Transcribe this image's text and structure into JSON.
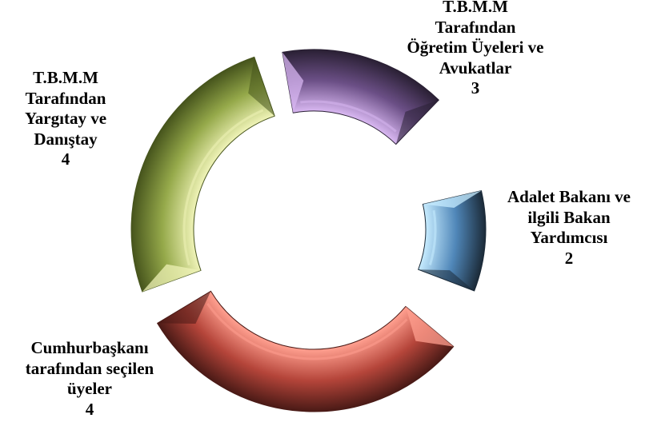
{
  "segments": [
    {
      "id": "purple",
      "lines": [
        "T.B.M.M",
        "Tarafından",
        "Öğretim Üyeleri ve",
        "Avukatlar"
      ],
      "count": "3",
      "colors": {
        "main": "#6b4f86",
        "light": "#d7b6f0",
        "dark": "#2a2034"
      }
    },
    {
      "id": "blue",
      "lines": [
        "Adalet Bakanı ve",
        "ilgili Bakan",
        "Yardımcısı"
      ],
      "count": "2",
      "colors": {
        "main": "#4f86b8",
        "light": "#c7ecff",
        "dark": "#1b2a38"
      }
    },
    {
      "id": "red",
      "lines": [
        "Cumhurbaşkanı",
        "tarafından seçilen",
        "üyeler"
      ],
      "count": "4",
      "colors": {
        "main": "#b5453a",
        "light": "#ff9f8f",
        "dark": "#4a1a16"
      }
    },
    {
      "id": "green",
      "lines": [
        "T.B.M.M",
        "Tarafından",
        "Yargıtay ve",
        "Danıştay"
      ],
      "count": "4",
      "colors": {
        "main": "#95a94a",
        "light": "#eef2b6",
        "dark": "#46541c"
      }
    }
  ]
}
